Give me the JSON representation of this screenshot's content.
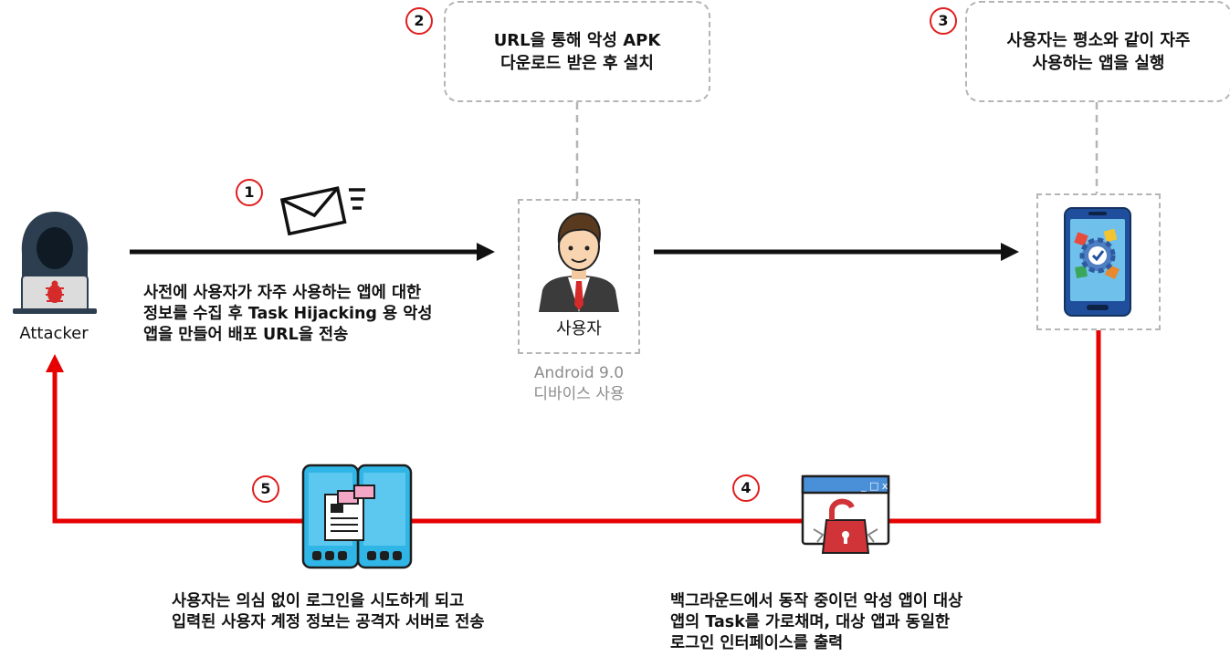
{
  "attacker": {
    "label": "Attacker"
  },
  "user": {
    "label": "사용자",
    "device_note_line1": "Android 9.0",
    "device_note_line2": "디바이스 사용"
  },
  "steps": [
    {
      "number": "1",
      "text": "사전에 사용자가 자주 사용하는 앱에 대한\n정보를 수집 후 Task Hijacking 용 악성\n앱을 만들어 배포 URL을 전송"
    },
    {
      "number": "2",
      "text": "URL을 통해 악성 APK\n다운로드 받은 후 설치"
    },
    {
      "number": "3",
      "text": "사용자는 평소와 같이 자주\n사용하는 앱을 실행"
    },
    {
      "number": "4",
      "text": "백그라운드에서 동작 중이던 악성 앱이 대상\n앱의 Task를 가로채며, 대상 앱과 동일한\n로그인 인터페이스를 출력"
    },
    {
      "number": "5",
      "text": "사용자는 의심 없이 로그인을 시도하게 되고\n입력된 사용자 계정 정보는 공격자 서버로 전송"
    }
  ],
  "colors": {
    "flow_black": "#111111",
    "flow_red": "#e60000",
    "dash_gray": "#b5b5b5",
    "badge_red": "#e01e1e"
  },
  "icons": [
    "hacker-icon",
    "envelope-icon",
    "businessman-icon",
    "smartphone-app-icon",
    "locked-browser-window-icon",
    "dual-phone-data-icon"
  ]
}
